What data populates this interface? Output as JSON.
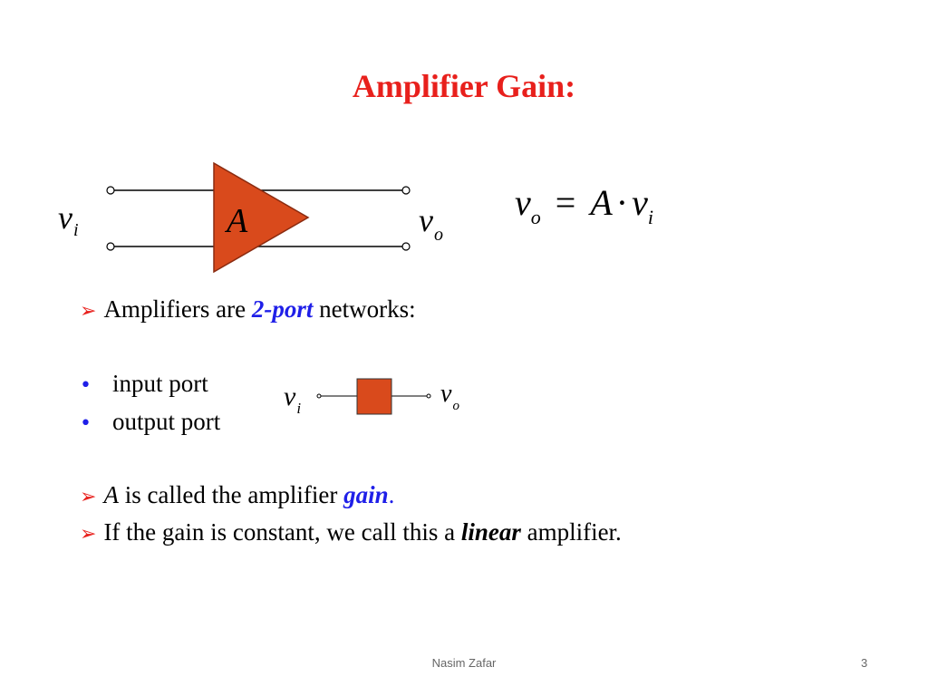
{
  "slide": {
    "title": "Amplifier Gain:",
    "footer_name": "Nasim Zafar",
    "page_number": "3"
  },
  "diagram": {
    "amp_label": "A",
    "input_var": "v",
    "input_sub": "i",
    "output_var": "v",
    "output_sub": "o",
    "box_color": "#d94a1c"
  },
  "formula": {
    "lhs_var": "v",
    "lhs_sub": "o",
    "equals": "=",
    "gain": "A",
    "dot": "·",
    "rhs_var": "v",
    "rhs_sub": "i"
  },
  "content": {
    "line1_pre": "Amplifiers are ",
    "line1_emph": "2-port",
    "line1_post": "  networks:",
    "bullet1": "input port",
    "bullet2": "output port",
    "line2_var": "A",
    "line2_pre": " is called the amplifier ",
    "line2_emph": "gain",
    "line2_post": ".",
    "line3_pre": "If the gain is constant, we call this a ",
    "line3_emph": "linear",
    "line3_post": " amplifier."
  }
}
